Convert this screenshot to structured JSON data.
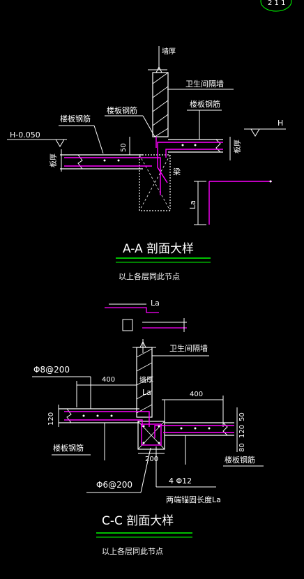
{
  "colors": {
    "background": "#000000",
    "line": "#ffffff",
    "rebar": "#ff00ff",
    "underline": "#00ff00",
    "dimension": "#ffffff"
  },
  "top_corner": {
    "label": "2 1 1"
  },
  "section_aa": {
    "wall_thickness": "墙厚",
    "partition_wall": "卫生间隔墙",
    "slab_rebar_left": "楼板钢筋",
    "slab_rebar_mid": "楼板钢筋",
    "slab_rebar_right": "楼板钢筋",
    "level_left": "H-0.050",
    "level_right": "H",
    "slab_thick_left": "板厚",
    "slab_thick_right": "板厚",
    "dim_50": "50",
    "beam": "梁",
    "anchor": "La",
    "title": "A-A 剖面大样",
    "subtitle": "以上各层同此节点"
  },
  "section_cc": {
    "detail_la": "La",
    "partition_wall": "卫生间隔墙",
    "rebar_spacing_top": "Φ8@200",
    "dim_400_left": "400",
    "wall_thickness": "墙厚",
    "anchor_la": "La",
    "dim_400_right": "400",
    "dim_120_left": "120",
    "dim_50_right": "50",
    "dim_80": "80",
    "dim_120_right": "120",
    "dim_200": "200",
    "slab_rebar_left": "楼板钢筋",
    "slab_rebar_right": "楼板钢筋",
    "rebar_spacing_bottom": "Φ6@200",
    "main_bars": "4 Φ12",
    "anchor_note": "两端锚固长度La",
    "title": "C-C 剖面大样",
    "subtitle": "以上各层同此节点"
  }
}
